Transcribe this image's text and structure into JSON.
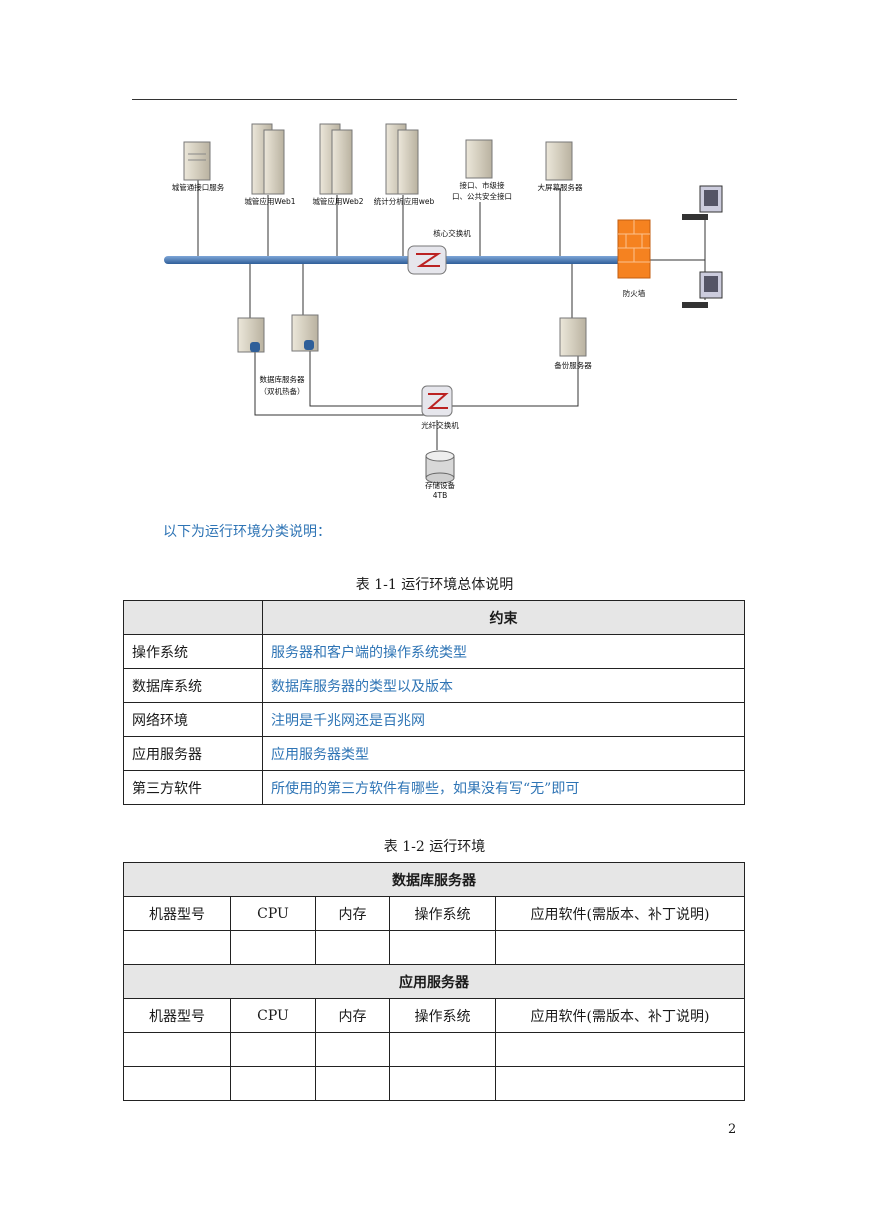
{
  "diagram": {
    "labels": {
      "gateway_service": "城管通接口服务",
      "web1": "城管应用Web1",
      "web2": "城管应用Web2",
      "stats_web": "统计分析应用web",
      "iface_line1": "接口、市级接",
      "iface_line2": "口、公共安全接口",
      "bigscreen": "大屏幕服务器",
      "core_switch": "核心交换机",
      "firewall": "防火墙",
      "db_server_line1": "数据库服务器",
      "db_server_line2": "（双机热备）",
      "backup_server": "备份服务器",
      "fiber_switch": "光纤交换机",
      "storage_line1": "存储设备",
      "storage_line2": "4TB"
    },
    "colors": {
      "backbone": "#4f81bd",
      "firewall": "#f58220",
      "server": "#d9d3c3"
    }
  },
  "intro": "以下为运行环境分类说明：",
  "table1": {
    "caption": "表 1-1 运行环境总体说明",
    "header": [
      "",
      "约束"
    ],
    "rows": [
      [
        "操作系统",
        "服务器和客户端的操作系统类型"
      ],
      [
        "数据库系统",
        "数据库服务器的类型以及版本"
      ],
      [
        "网络环境",
        "注明是千兆网还是百兆网"
      ],
      [
        "应用服务器",
        "应用服务器类型"
      ],
      [
        "第三方软件",
        "所使用的第三方软件有哪些，如果没有写“无”即可"
      ]
    ]
  },
  "table2": {
    "caption": "表 1-2 运行环境",
    "section1": "数据库服务器",
    "section2": "应用服务器",
    "columns": [
      "机器型号",
      "CPU",
      "内存",
      "操作系统",
      "应用软件(需版本、补丁说明)"
    ]
  },
  "page_number": "2"
}
